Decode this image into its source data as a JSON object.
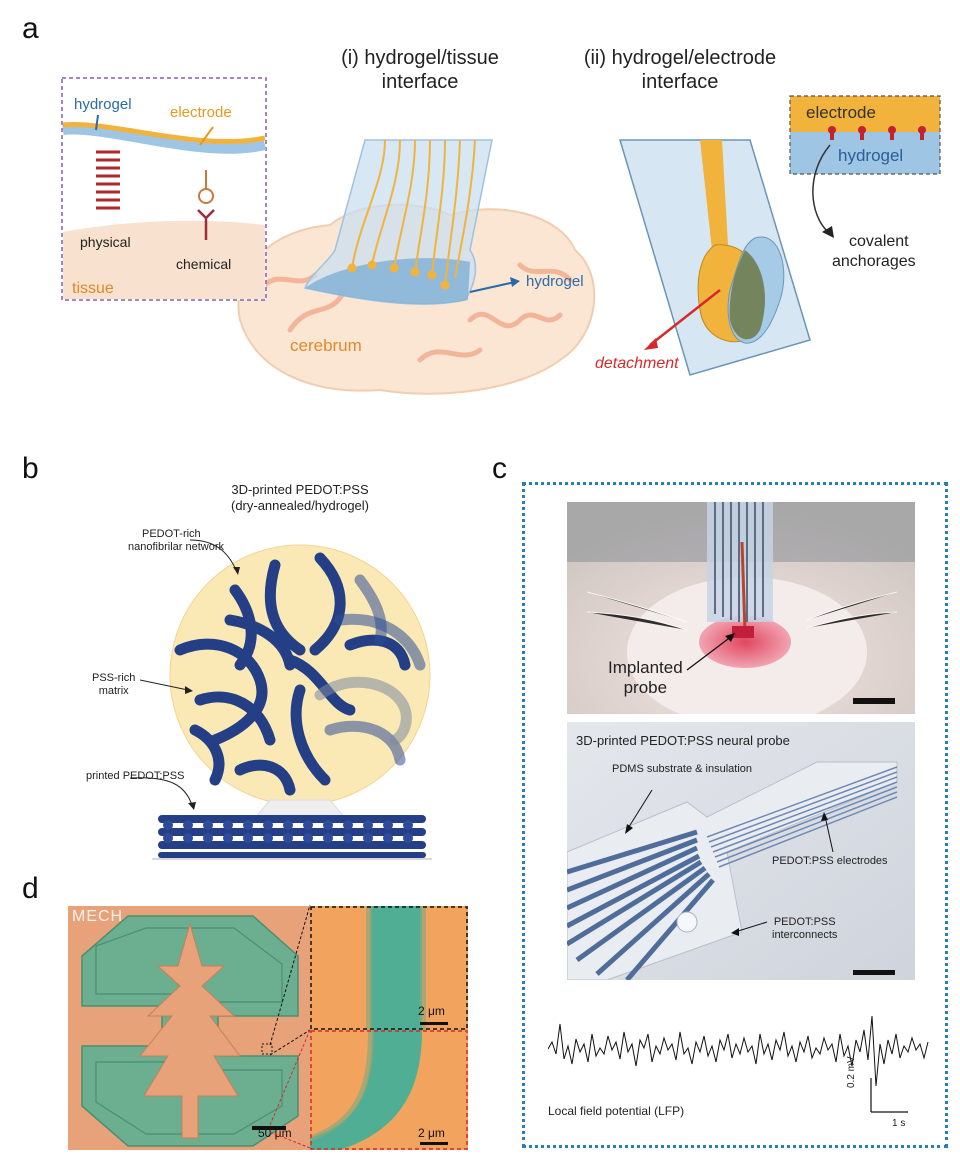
{
  "panel_a": {
    "label": "a",
    "title_i_line1": "(i) hydrogel/tissue",
    "title_i_line2": "interface",
    "title_ii_line1": "(ii) hydrogel/electrode",
    "title_ii_line2": "interface",
    "inset": {
      "hydrogel": "hydrogel",
      "electrode": "electrode",
      "physical": "physical",
      "chemical": "chemical",
      "tissue": "tissue"
    },
    "brain": {
      "hydrogel": "hydrogel",
      "cerebrum": "cerebrum"
    },
    "probe": {
      "detachment": "detachment",
      "electrode": "electrode",
      "hydrogel": "hydrogel",
      "covalent_line1": "covalent",
      "covalent_line2": "anchorages"
    },
    "colors": {
      "hydrogel": "#9ec5e3",
      "electrode": "#f2b33d",
      "tissue": "#f8e2cf",
      "detach": "#d62a2a",
      "inset_border": "#8a5bb5"
    }
  },
  "panel_b": {
    "label": "b",
    "title_line1": "3D-printed PEDOT:PSS",
    "title_line2": "(dry-annealed/hydrogel)",
    "pedot_rich_line1": "PEDOT-rich",
    "pedot_rich_line2": "nanofibrilar network",
    "pss_rich_line1": "PSS-rich",
    "pss_rich_line2": "matrix",
    "printed": "printed PEDOT:PSS",
    "colors": {
      "circle": "#fbe9b5",
      "fiber": "#243f86"
    }
  },
  "panel_c": {
    "label": "c",
    "implanted_line1": "Implanted",
    "implanted_line2": "probe",
    "probe_title": "3D-printed PEDOT:PSS neural probe",
    "pdms": "PDMS substrate & insulation",
    "electrodes": "PEDOT:PSS electrodes",
    "interconnects_line1": "PEDOT:PSS",
    "interconnects_line2": "interconnects",
    "lfp": "Local field potential (LFP)",
    "scale_v": "0.2 mV",
    "scale_t": "1 s",
    "colors": {
      "border": "#2a7fb0"
    }
  },
  "panel_d": {
    "label": "d",
    "mech": "MECH",
    "scale_main": "50 μm",
    "scale_inset_top": "2 μm",
    "scale_inset_bottom": "2 μm",
    "colors": {
      "bg": "#e7a27a",
      "green": "#5fae8e",
      "inset_bg": "#f2a45f"
    }
  }
}
